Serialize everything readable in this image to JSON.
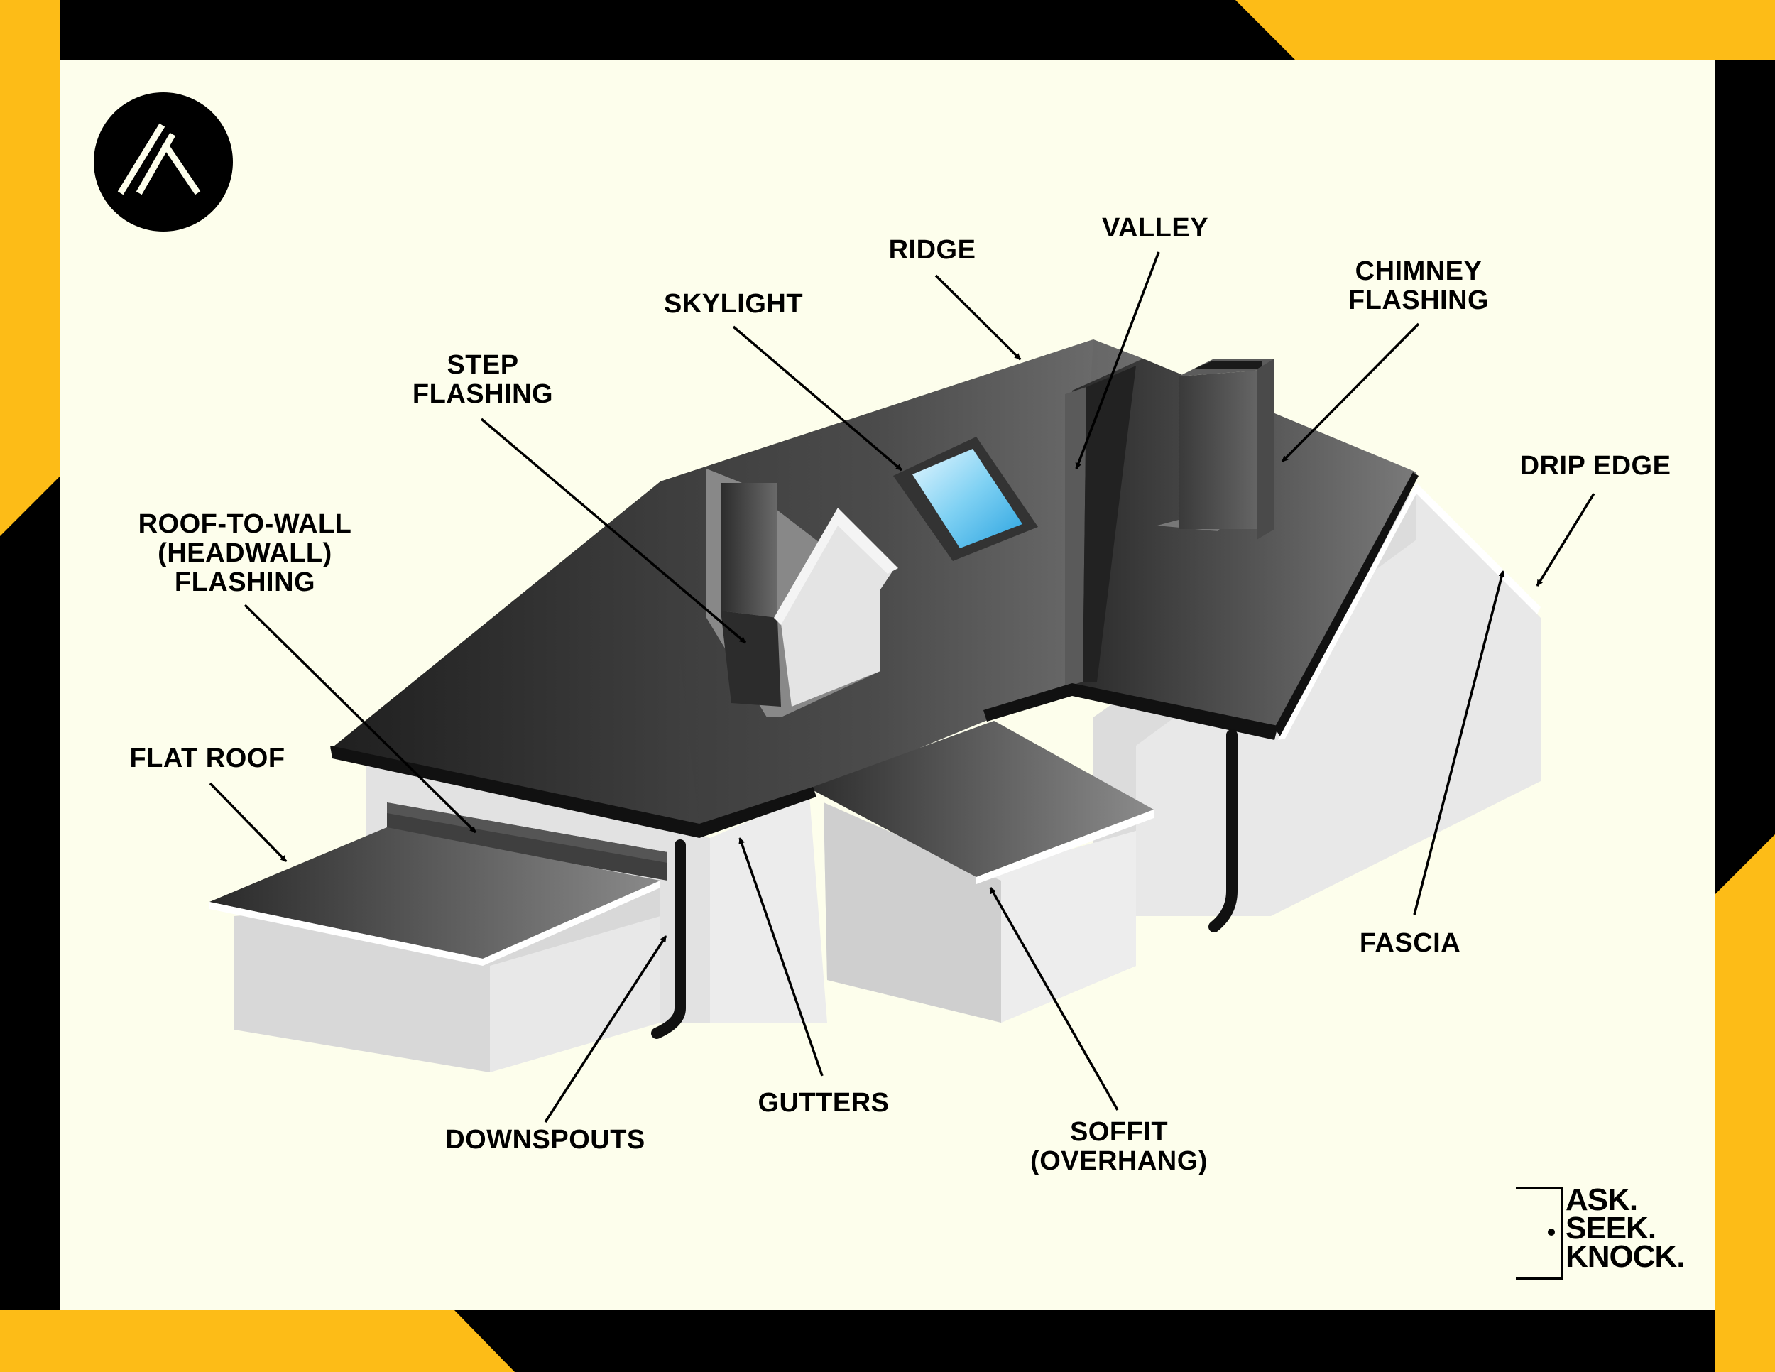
{
  "labels": {
    "ridge": "RIDGE",
    "valley": "VALLEY",
    "skylight": "SKYLIGHT",
    "chimney_flashing": [
      "CHIMNEY",
      "FLASHING"
    ],
    "step_flashing": [
      "STEP",
      "FLASHING"
    ],
    "drip_edge": "DRIP EDGE",
    "headwall_flashing": [
      "ROOF-TO-WALL",
      "(HEADWALL)",
      "FLASHING"
    ],
    "flat_roof": "FLAT ROOF",
    "fascia": "FASCIA",
    "downspouts": "DOWNSPOUTS",
    "gutters": "GUTTERS",
    "soffit": [
      "SOFFIT",
      "(OVERHANG)"
    ]
  },
  "brand": {
    "lines": [
      "ASK.",
      "SEEK.",
      "KNOCK."
    ]
  },
  "colors": {
    "accent_yellow": "#FDBC17",
    "frame_black": "#000000",
    "background_cream": "#FDFEEC",
    "roof_dark": "#3a3a3a",
    "wall_light": "#e6e6e6",
    "skylight_blue": "#5cc4ef"
  },
  "icons": {
    "logo": "mountain-peak-logo-icon",
    "brand_door": "door-icon"
  }
}
